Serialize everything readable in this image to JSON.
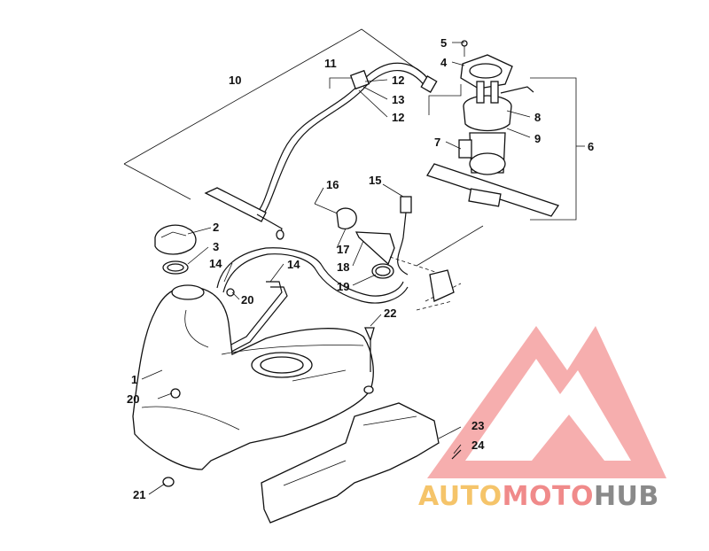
{
  "callouts": [
    {
      "id": "c1",
      "label": "1"
    },
    {
      "id": "c2",
      "label": "2"
    },
    {
      "id": "c3",
      "label": "3"
    },
    {
      "id": "c4",
      "label": "4"
    },
    {
      "id": "c5",
      "label": "5"
    },
    {
      "id": "c6",
      "label": "6"
    },
    {
      "id": "c7",
      "label": "7"
    },
    {
      "id": "c8",
      "label": "8"
    },
    {
      "id": "c9",
      "label": "9"
    },
    {
      "id": "c10",
      "label": "10"
    },
    {
      "id": "c11",
      "label": "11"
    },
    {
      "id": "c12a",
      "label": "12"
    },
    {
      "id": "c12b",
      "label": "12"
    },
    {
      "id": "c13",
      "label": "13"
    },
    {
      "id": "c14a",
      "label": "14"
    },
    {
      "id": "c14b",
      "label": "14"
    },
    {
      "id": "c15",
      "label": "15"
    },
    {
      "id": "c16",
      "label": "16"
    },
    {
      "id": "c17",
      "label": "17"
    },
    {
      "id": "c18",
      "label": "18"
    },
    {
      "id": "c19",
      "label": "19"
    },
    {
      "id": "c20a",
      "label": "20"
    },
    {
      "id": "c20b",
      "label": "20"
    },
    {
      "id": "c21",
      "label": "21"
    },
    {
      "id": "c22",
      "label": "22"
    },
    {
      "id": "c23",
      "label": "23"
    },
    {
      "id": "c24",
      "label": "24"
    }
  ],
  "watermark": {
    "word_part1": "AUTO",
    "word_part2": "MOTO",
    "word_part3": "HUB",
    "color_gold": "#f5c46a",
    "color_red": "#f08a8a",
    "color_gray": "#8a8a8a"
  }
}
